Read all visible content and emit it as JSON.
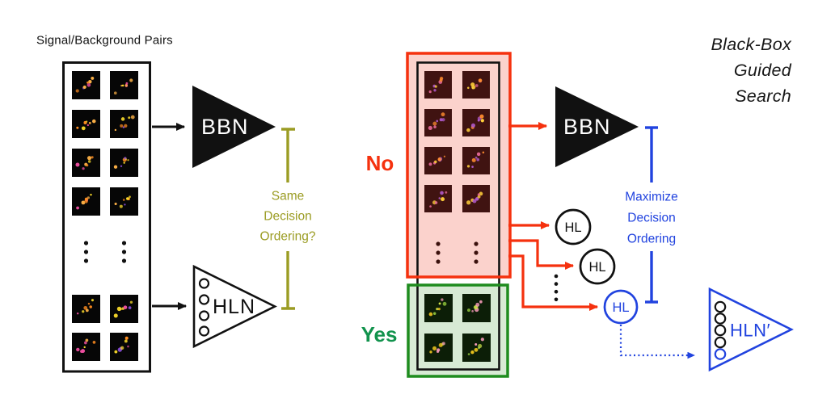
{
  "title": {
    "lines": [
      "Black-Box",
      "Guided",
      "Search"
    ]
  },
  "left_panel": {
    "label": "Signal/Background Pairs"
  },
  "networks": {
    "bbn_left": "BBN",
    "hln_left": "HLN",
    "bbn_right": "BBN",
    "hln_prime": "HLN′"
  },
  "question": {
    "lines": [
      "Same",
      "Decision",
      "Ordering?"
    ]
  },
  "objective": {
    "lines": [
      "Maximize",
      "Decision",
      "Ordering"
    ]
  },
  "branches": {
    "no": "No",
    "yes": "Yes"
  },
  "hl_nodes": [
    {
      "label": "HL"
    },
    {
      "label": "HL"
    },
    {
      "label": "HL"
    }
  ],
  "colors": {
    "ink": "#111111",
    "red": "#f5310e",
    "red_fill": "#fbd2cc",
    "green": "#1e8c1e",
    "green_fill": "#d7ead4",
    "green_text": "#12934d",
    "olive": "#9b9c23",
    "blue": "#2143df",
    "tile_bg_plain": "#060606",
    "tile_bg_red": "#401311",
    "tile_bg_green": "#0c1e07",
    "dots_ink": "#111111",
    "dots_red": "#3a100c",
    "dot_palette_plain": [
      "#ffdf2b",
      "#ff8c1f",
      "#ee4fa0",
      "#8a4fd8",
      "#ffb347"
    ],
    "dot_palette_red": [
      "#ffcf3a",
      "#ff8c2f",
      "#e86a9a",
      "#b05acd"
    ],
    "dot_palette_green": [
      "#cfe34a",
      "#8fc43b",
      "#ff9fc0",
      "#ffd21f"
    ]
  }
}
